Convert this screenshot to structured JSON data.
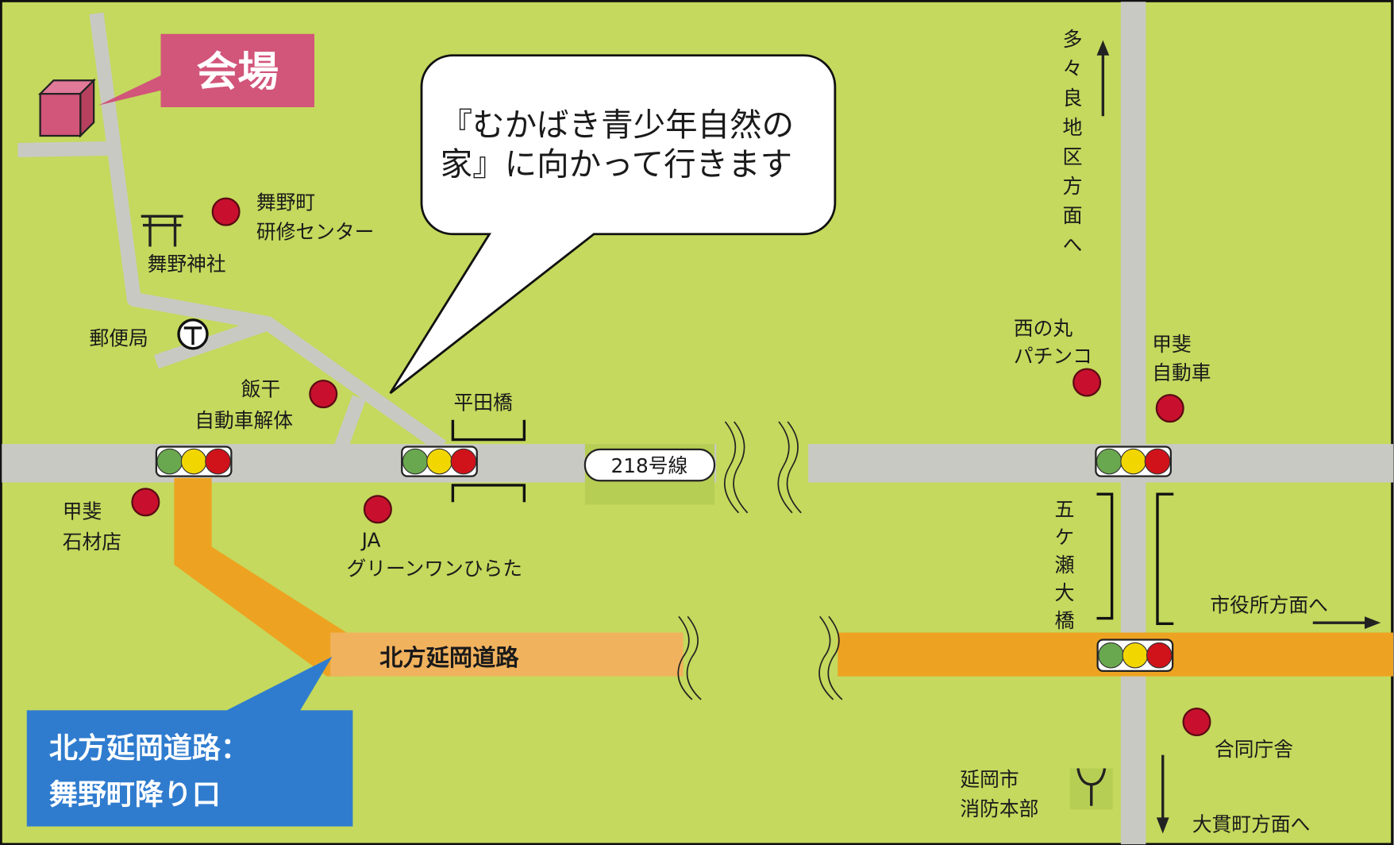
{
  "venue_label": "会場",
  "callout": {
    "line1": "『むかばき青少年自然の",
    "line2": "家』に向かって行きます"
  },
  "landmarks": {
    "shrine": "舞野神社",
    "training_center": [
      "舞野町",
      "研修センター"
    ],
    "post_office": "郵便局",
    "iiboshi": [
      "飯干",
      "自動車解体"
    ],
    "kai_stone": [
      "甲斐",
      "石材店"
    ],
    "ja": [
      "JA",
      "グリーンワンひらた"
    ],
    "nishinomaru": [
      "西の丸",
      "パチンコ"
    ],
    "kai_auto": [
      "甲斐",
      "自動車"
    ],
    "joint_office": "合同庁舎",
    "fire_hq": [
      "延岡市",
      "消防本部"
    ]
  },
  "bridges": {
    "hirata": "平田橋",
    "gokase": "五ケ瀬大橋"
  },
  "roads": {
    "route218": "218号線",
    "expressway": "北方延岡道路"
  },
  "directions": {
    "north": "多々良地区方面へ",
    "east": "市役所方面へ",
    "south": "大貫町方面へ"
  },
  "exit_box": {
    "line1": "北方延岡道路：",
    "line2": "舞野町降り口"
  },
  "colors": {
    "ground": "#c4d95d",
    "road": "#c9c9c4",
    "expressway": "#eda321",
    "expressway_light": "#f1b25e",
    "venue": "#d2557a",
    "exit_box": "#2f7ccf",
    "poi": "#c8102e"
  }
}
